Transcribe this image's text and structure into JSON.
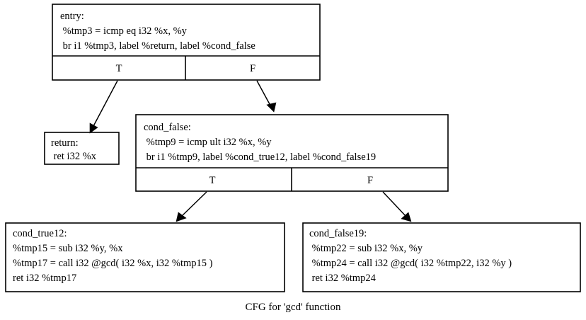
{
  "diagram": {
    "caption": "CFG for 'gcd' function",
    "background_color": "#ffffff",
    "line_color": "#000000",
    "text_color": "#000000"
  },
  "nodes": {
    "entry": {
      "id": "entry",
      "label": "entry:",
      "lines": [
        "entry:",
        " %tmp3 = icmp eq i32 %x, %y",
        " br i1 %tmp3, label %return, label %cond_false"
      ],
      "ports": [
        {
          "id": "T",
          "label": "T"
        },
        {
          "id": "F",
          "label": "F"
        }
      ]
    },
    "return": {
      "id": "return",
      "label": "return:",
      "lines": [
        "return:",
        " ret i32 %x"
      ],
      "ports": []
    },
    "cond_false": {
      "id": "cond_false",
      "label": "cond_false:",
      "lines": [
        "cond_false:",
        " %tmp9 = icmp ult i32 %x, %y",
        " br i1 %tmp9, label %cond_true12, label %cond_false19"
      ],
      "ports": [
        {
          "id": "T",
          "label": "T"
        },
        {
          "id": "F",
          "label": "F"
        }
      ]
    },
    "cond_true12": {
      "id": "cond_true12",
      "label": "cond_true12:",
      "lines": [
        "cond_true12:",
        "%tmp15 = sub i32 %y, %x",
        "%tmp17 = call i32 @gcd( i32 %x, i32 %tmp15 )",
        "ret i32 %tmp17"
      ],
      "ports": []
    },
    "cond_false19": {
      "id": "cond_false19",
      "label": "cond_false19:",
      "lines": [
        "cond_false19:",
        " %tmp22 = sub i32 %x, %y",
        " %tmp24 = call i32 @gcd( i32 %tmp22, i32 %y )",
        " ret i32 %tmp24"
      ],
      "ports": []
    }
  },
  "edges": [
    {
      "id": "entry-T-to-return",
      "from": "entry",
      "from_port": "T",
      "to": "return"
    },
    {
      "id": "entry-F-to-cond_false",
      "from": "entry",
      "from_port": "F",
      "to": "cond_false"
    },
    {
      "id": "cond_false-T-to-cond_true12",
      "from": "cond_false",
      "from_port": "T",
      "to": "cond_true12"
    },
    {
      "id": "cond_false-F-to-cond_false19",
      "from": "cond_false",
      "from_port": "F",
      "to": "cond_false19"
    }
  ]
}
